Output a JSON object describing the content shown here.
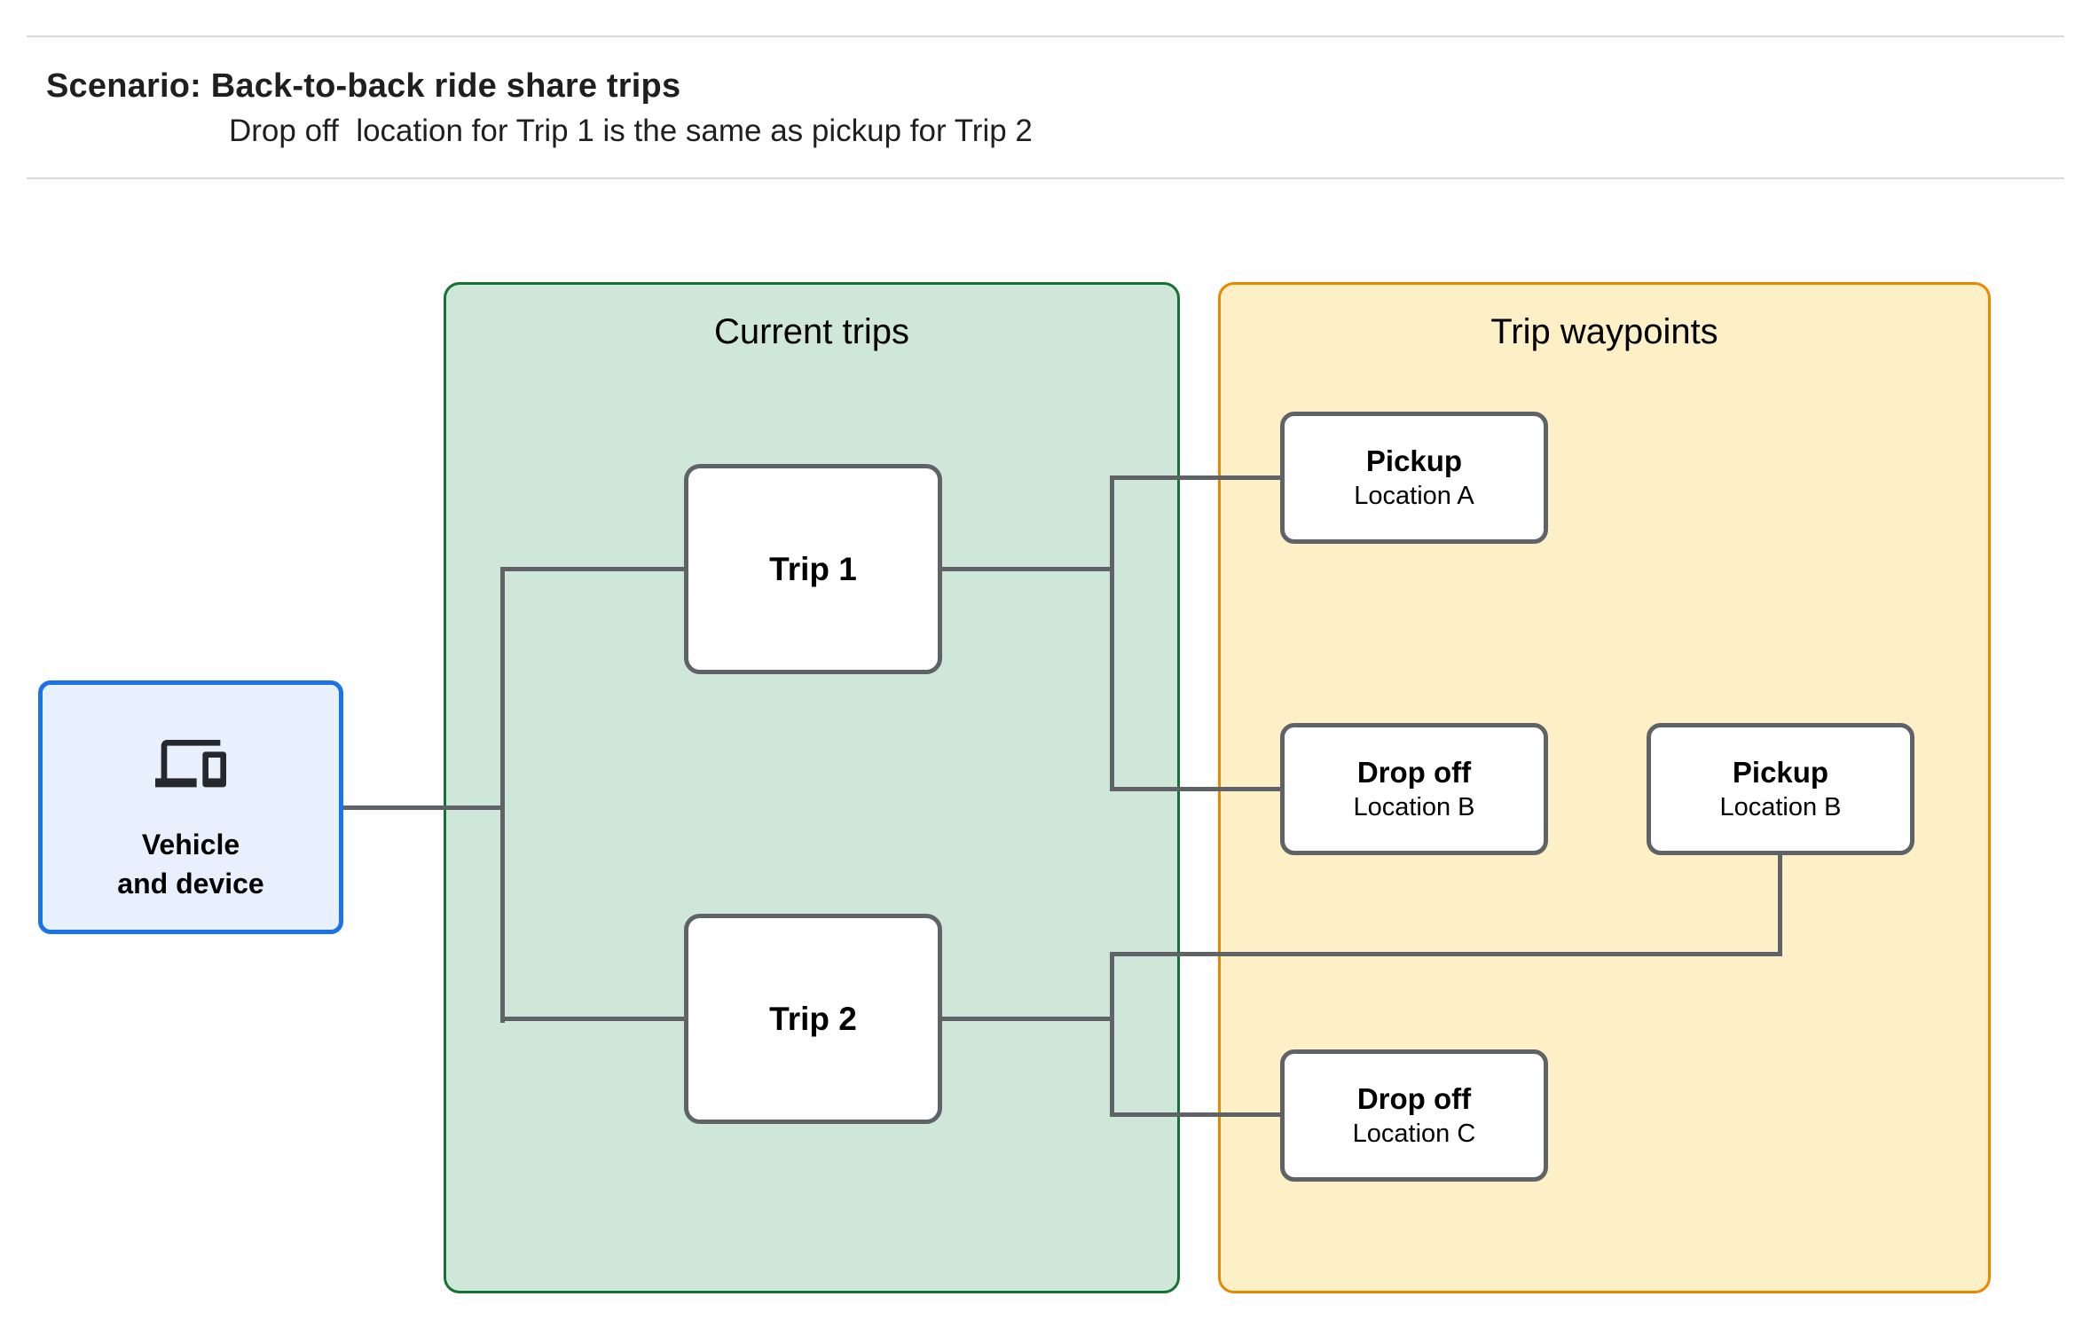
{
  "header": {
    "title": "Scenario: Back-to-back ride share trips",
    "subtitle": "Drop off  location for Trip 1 is the same as pickup for Trip 2"
  },
  "diagram": {
    "vehicle": {
      "icon": "devices-icon",
      "line1": "Vehicle",
      "line2": "and device"
    },
    "groups": [
      {
        "id": "current-trips",
        "label": "Current trips"
      },
      {
        "id": "trip-waypoints",
        "label": "Trip waypoints"
      }
    ],
    "trips": [
      {
        "label": "Trip 1"
      },
      {
        "label": "Trip 2"
      }
    ],
    "waypoints": [
      {
        "title": "Pickup",
        "subtitle": "Location A"
      },
      {
        "title": "Drop off",
        "subtitle": "Location B"
      },
      {
        "title": "Pickup",
        "subtitle": "Location B"
      },
      {
        "title": "Drop off",
        "subtitle": "Location C"
      }
    ]
  },
  "theme": {
    "header-text": "#1f1f1f",
    "node-text": "#000000",
    "rule": "#d9d9d9",
    "connector": "#5f6368",
    "box-border": "#5f6368",
    "box-fill": "#ffffff",
    "blue-border": "#1a73e8",
    "blue-fill": "#e8f0fe",
    "green-border": "#137333",
    "green-fill": "#cfe7d8",
    "orange-border": "#ea8600",
    "orange-fill": "#fdf0c6"
  }
}
